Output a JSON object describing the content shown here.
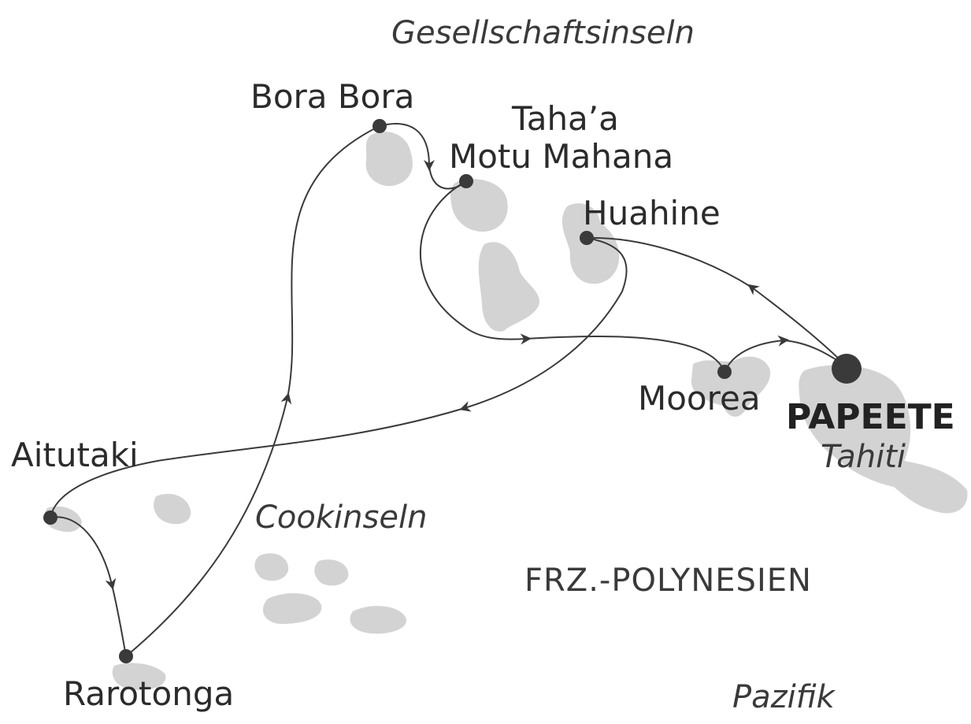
{
  "map": {
    "colors": {
      "land": "#d3d3d3",
      "route": "#3a3a3a",
      "stop": "#3a3a3a",
      "text": "#2b2b2b"
    },
    "regions": {
      "society_islands": "Gesellschaftsinseln",
      "cook_islands": "Cookinseln",
      "country": "FRZ.-POLYNESIEN",
      "ocean": "Pazifik",
      "island_tahiti": "Tahiti"
    },
    "stops": {
      "bora_bora": "Bora Bora",
      "tahaa_line1": "Taha’a",
      "tahaa_line2": "Motu Mahana",
      "huahine": "Huahine",
      "moorea": "Moorea",
      "papeete": "PAPEETE",
      "aitutaki": "Aitutaki",
      "rarotonga": "Rarotonga"
    }
  }
}
